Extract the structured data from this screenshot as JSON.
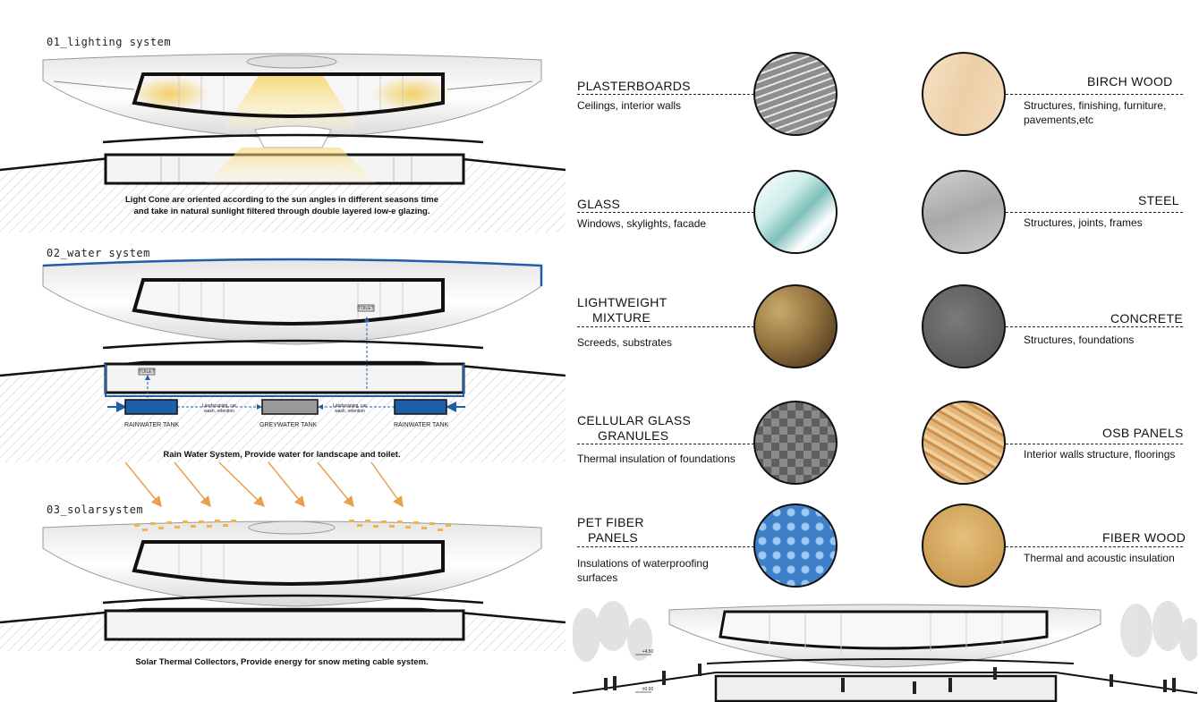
{
  "systems": {
    "lighting": {
      "title": "01_lighting system",
      "caption_line1": "Light Cone are oriented according to the sun angles  in different seasons time",
      "caption_line2": "and take in natural sunlight filtered through double layered low-e glazing."
    },
    "water": {
      "title": "02_water system",
      "caption": "Rain Water System, Provide water for landscape  and toilet.",
      "tank_left": "RAINWATER TANK",
      "tank_middle": "GREYWATER TANK",
      "tank_right": "RAINWATER TANK",
      "toilet_1": "TOILET",
      "toilet_2": "TOILET",
      "landscaping_1": "Landscaping, car wash, retention",
      "landscaping_2": "Landscaping, car wash, retention"
    },
    "solar": {
      "title": "03_solarsystem",
      "caption": "Solar Thermal Collectors, Provide energy for snow meting cable system."
    }
  },
  "materials_left": [
    {
      "name": "PLASTERBOARDS",
      "desc": "Ceilings, interior walls",
      "swatch_color": "#8e8e8e"
    },
    {
      "name": "GLASS",
      "desc": "Windows, skylights, facade",
      "swatch_color": "#9fd3cf"
    },
    {
      "name_line1": "LIGHTWEIGHT",
      "name_line2": "MIXTURE",
      "desc": "Screeds,  substrates",
      "swatch_color": "#9a7a45"
    },
    {
      "name_line1": "CELLULAR GLASS",
      "name_line2": "GRANULES",
      "desc": "Thermal insulation  of foundations",
      "swatch_color": "#6f6f6f"
    },
    {
      "name_line1": "PET FIBER",
      "name_line2": "PANELS",
      "desc_line1": "Insulations of waterproofing",
      "desc_line2": "surfaces",
      "swatch_color": "#3e7fc9"
    }
  ],
  "materials_right": [
    {
      "name": "BIRCH WOOD",
      "desc_line1": "Structures, finishing, furniture,",
      "desc_line2": "pavements,etc",
      "swatch_color": "#f2d9b8"
    },
    {
      "name": "STEEL",
      "desc": "Structures, joints, frames",
      "swatch_color": "#b8b8b8"
    },
    {
      "name": "CONCRETE",
      "desc": "Structures, foundations",
      "swatch_color": "#6b6b6b"
    },
    {
      "name": "OSB PANELS",
      "desc": "Interior walls  structure, floorings",
      "swatch_color": "#d9a86a"
    },
    {
      "name": "FIBER WOOD",
      "desc": "Thermal and acoustic insulation",
      "swatch_color": "#d6ae6a"
    }
  ],
  "section": {
    "level_upper": "+4.50",
    "level_lower": "±0.00"
  },
  "colors": {
    "water_blue": "#1f5fa8",
    "sun_orange": "#e8a04a",
    "light_yellow": "#f3d46a"
  }
}
